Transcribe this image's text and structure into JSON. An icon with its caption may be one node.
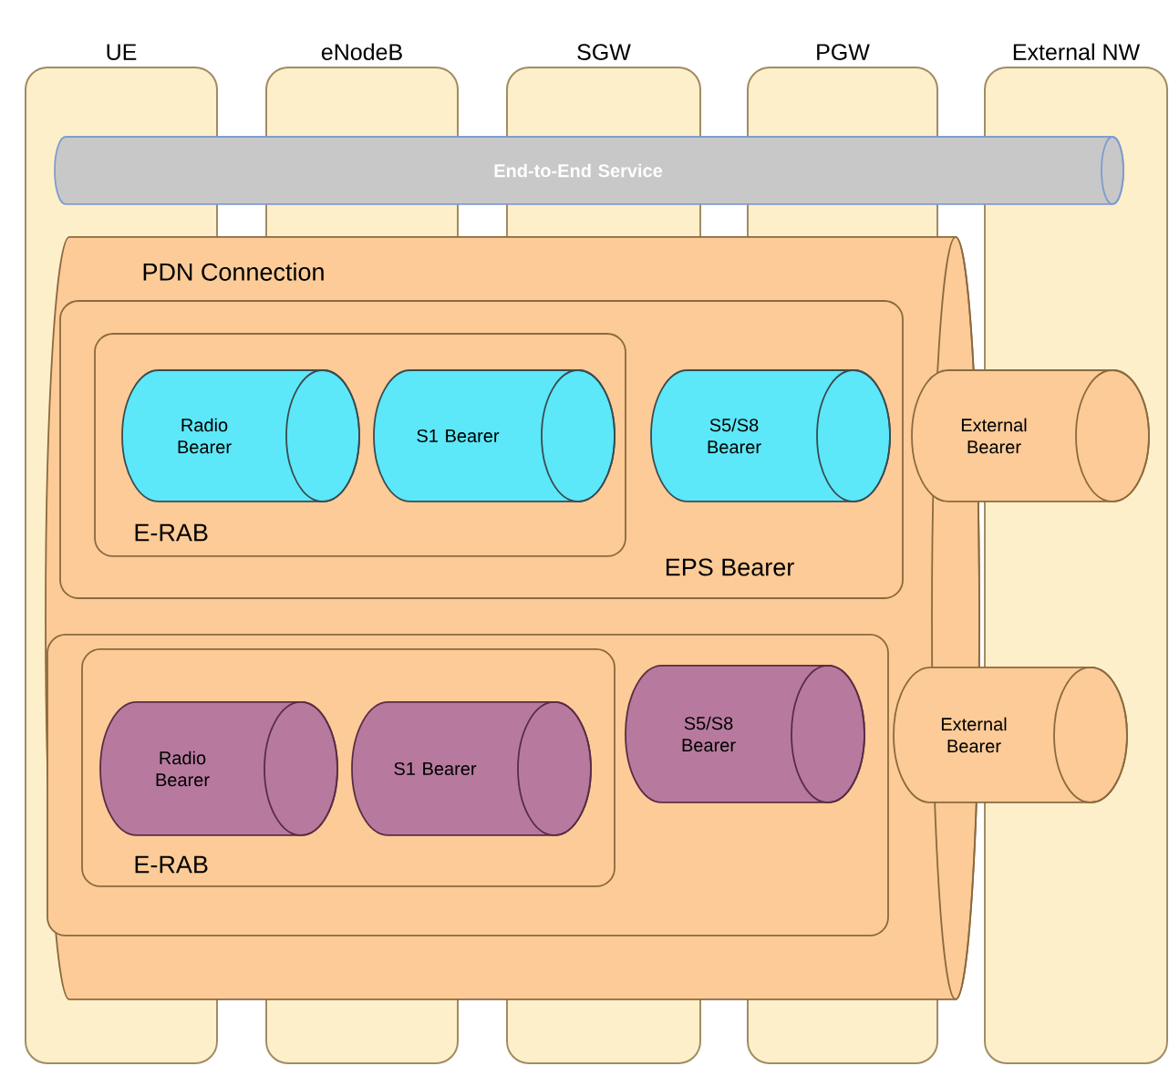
{
  "diagram": {
    "nodes": [
      {
        "text": [
          "UE"
        ]
      },
      {
        "text": [
          "eNodeB"
        ]
      },
      {
        "text": [
          "SGW"
        ]
      },
      {
        "text": [
          "PGW"
        ]
      },
      {
        "text": [
          "External NW"
        ]
      },
      {
        "text": [
          "End-to-End Service"
        ]
      },
      {
        "text": [
          "PDN Connection"
        ]
      },
      {
        "text": [
          "EPS Bearer"
        ],
        "in": 6
      },
      {
        "text": [
          "E-RAB"
        ],
        "in": 7
      },
      {
        "text": [
          "Radio Bearer"
        ],
        "in": 8
      },
      {
        "text": [
          "S1 Bearer"
        ],
        "in": 8
      },
      {
        "text": [
          "S5/S8 Bearer"
        ],
        "in": 7
      },
      {
        "text": [
          "External Bearer"
        ]
      },
      {
        "text": [],
        "shape": "box",
        "in": 6
      },
      {
        "text": [
          "E-RAB"
        ],
        "in": 13
      },
      {
        "text": [
          "Radio Bearer"
        ],
        "in": 14
      },
      {
        "text": [
          "S1 Bearer"
        ],
        "in": 14
      },
      {
        "text": [
          "S5/S8 Bearer"
        ],
        "in": 13
      },
      {
        "text": [
          "External Bearer"
        ]
      }
    ]
  }
}
